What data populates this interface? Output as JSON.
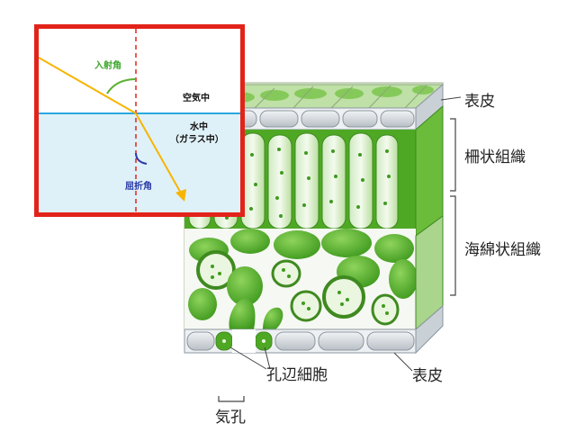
{
  "refraction_inset": {
    "incidence_angle_label": "入射角",
    "refraction_angle_label": "屈折角",
    "air_label": "空気中",
    "water_label_line1": "水中",
    "water_label_line2": "（ガラス中）",
    "colors": {
      "frame": "#e2231a",
      "water": "#dff1f8",
      "interface": "#29a8e0",
      "normal": "#e2231a",
      "ray": "#f7b500",
      "incidence_arc": "#58b030",
      "refraction_arc": "#2a3aa8"
    }
  },
  "leaf_diagram": {
    "labels": {
      "epidermis_top": "表皮",
      "palisade": "柵状組織",
      "spongy": "海綿状組織",
      "guard_cells": "孔辺細胞",
      "epidermis_bottom": "表皮",
      "stoma": "気孔"
    },
    "colors": {
      "cell_green": "#59b82e",
      "cell_light": "#eaf6df",
      "epidermis": "#d9dde2",
      "bracket": "#444444"
    }
  }
}
